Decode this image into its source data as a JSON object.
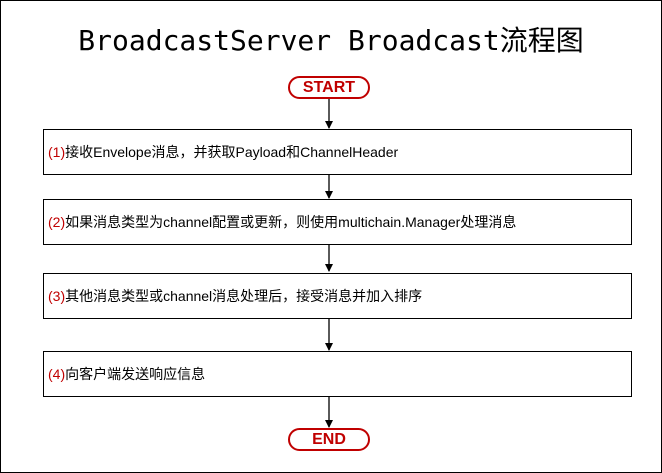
{
  "title": "BroadcastServer Broadcast流程图",
  "start_label": "START",
  "end_label": "END",
  "steps": [
    {
      "num": "(1)",
      "text": "接收Envelope消息，并获取Payload和ChannelHeader"
    },
    {
      "num": "(2)",
      "text": "如果消息类型为channel配置或更新，则使用multichain.Manager处理消息"
    },
    {
      "num": "(3)",
      "text": "其他消息类型或channel消息处理后，接受消息并加入排序"
    },
    {
      "num": "(4)",
      "text": "向客户端发送响应信息"
    }
  ],
  "colors": {
    "accent": "#c00000",
    "line": "#000000"
  }
}
